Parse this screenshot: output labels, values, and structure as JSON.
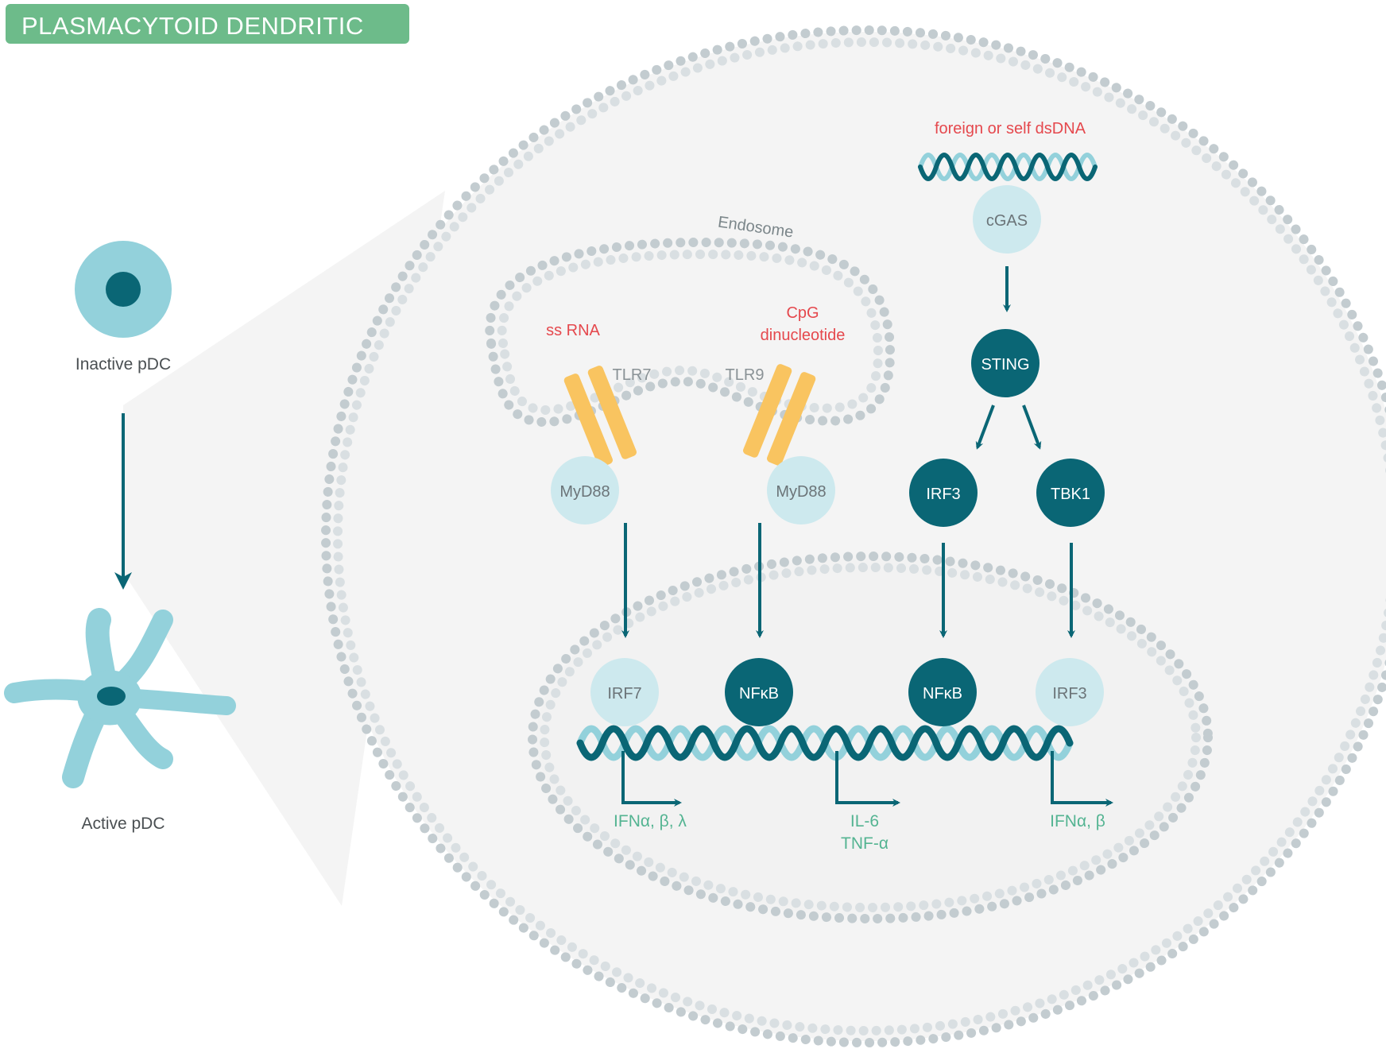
{
  "title": "PLASMACYTOID DENDRITIC CELL",
  "cells": {
    "inactive_label": "Inactive pDC",
    "active_label": "Active pDC"
  },
  "compartments": {
    "endosome_label": "Endosome"
  },
  "ligands": {
    "ssrna": "ss RNA",
    "cpg_line1": "CpG",
    "cpg_line2": "dinucleotide",
    "dsdna": "foreign or  self dsDNA"
  },
  "receptors": {
    "tlr7": "TLR7",
    "tlr9": "TLR9"
  },
  "nodes": {
    "myd88_left": "MyD88",
    "myd88_right": "MyD88",
    "cgas": "cGAS",
    "sting": "STING",
    "irf3_cyto": "IRF3",
    "tbk1": "TBK1",
    "irf7": "IRF7",
    "nfkb_1": "NFκB",
    "nfkb_2": "NFκB",
    "irf3_nuc": "IRF3"
  },
  "outputs": {
    "out1": "IFNα, β, λ",
    "out2_line1": "IL-6",
    "out2_line2": "TNF-α",
    "out3": "IFNα, β"
  },
  "colors": {
    "title_bg": "#6dbb8a",
    "teal_dark": "#0a6675",
    "teal_light": "#cde9ee",
    "cell_teal": "#93d1db",
    "receptor": "#f9c460",
    "ligand_red": "#e5484d",
    "output_green": "#54b492",
    "membrane": "#c3ccd0"
  }
}
